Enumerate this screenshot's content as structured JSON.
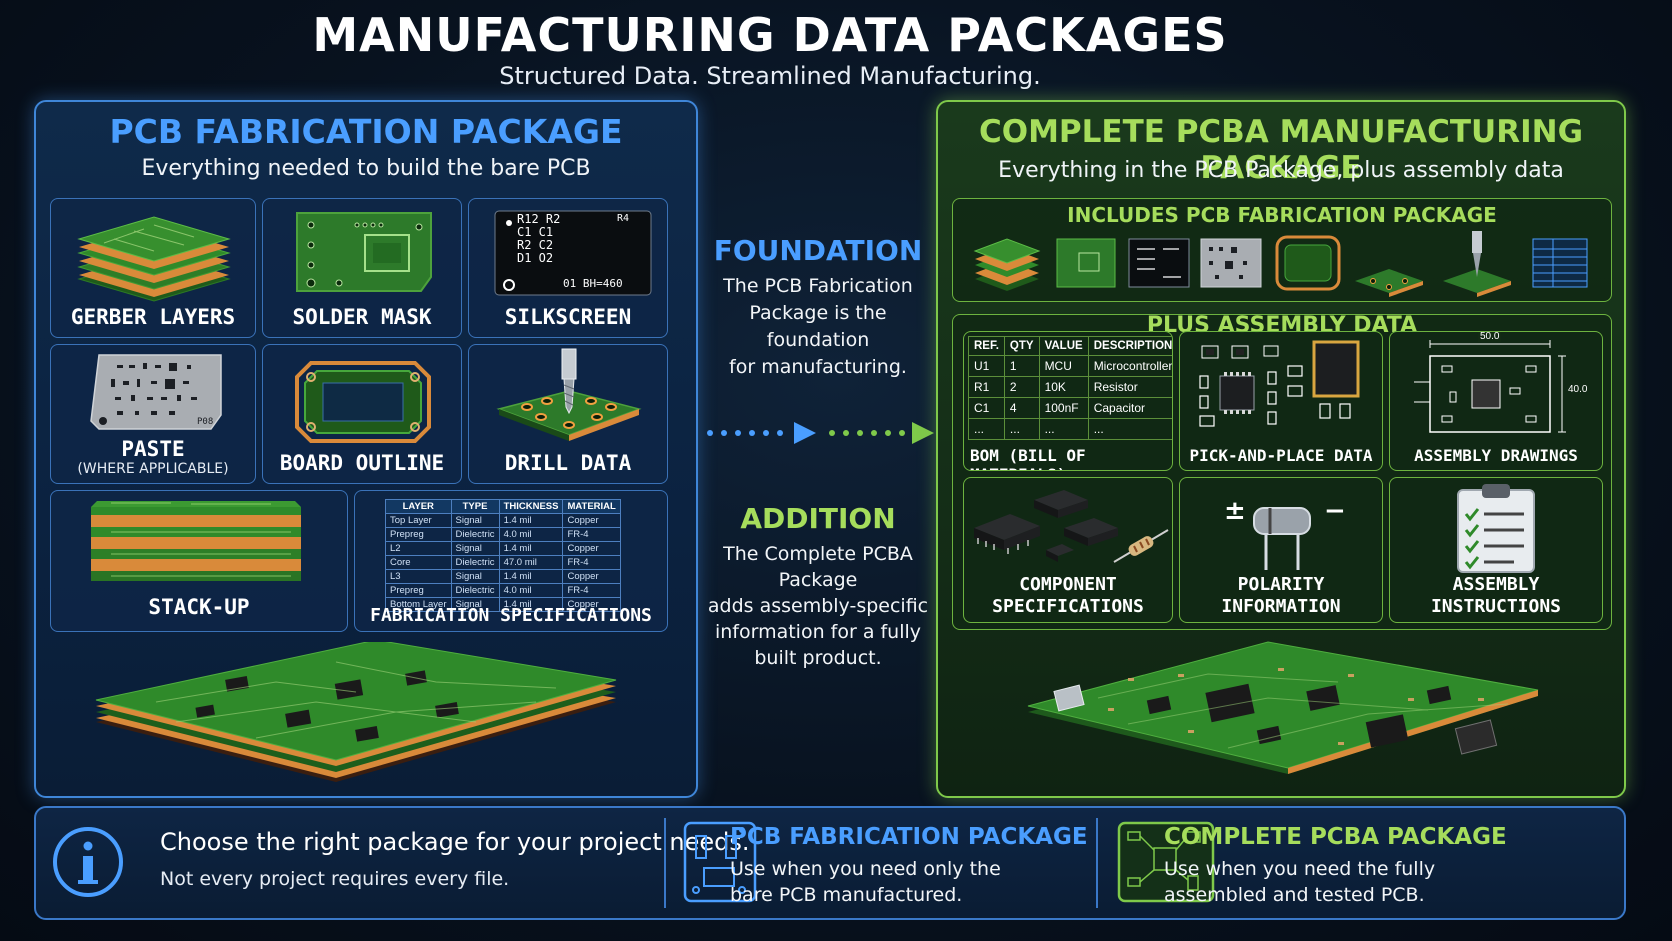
{
  "header": {
    "title": "MANUFACTURING DATA PACKAGES",
    "subtitle": "Structured Data. Streamlined Manufacturing."
  },
  "pcb_package": {
    "title": "PCB FABRICATION PACKAGE",
    "subtitle": "Everything needed to build the bare PCB",
    "tiles": {
      "gerber": "GERBER LAYERS",
      "solder_mask": "SOLDER MASK",
      "silkscreen": "SILKSCREEN",
      "paste": "PASTE",
      "paste_note": "(WHERE APPLICABLE)",
      "board_outline": "BOARD OUTLINE",
      "drill": "DRILL DATA",
      "stackup": "STACK-UP",
      "fab_specs": "FABRICATION SPECIFICATIONS"
    },
    "silkscreen_text": {
      "line1": "R12 R2",
      "line2": "C1 C1",
      "line3": "R2 C2",
      "line4": "D1 O2",
      "corner": "01 BH=460",
      "top_right": "R4"
    },
    "paste_text": "P08",
    "spec_table": {
      "headers": [
        "LAYER",
        "TYPE",
        "THICKNESS",
        "MATERIAL"
      ],
      "rows": [
        [
          "Top Layer",
          "Signal",
          "1.4 mil",
          "Copper"
        ],
        [
          "Prepreg",
          "Dielectric",
          "4.0 mil",
          "FR-4"
        ],
        [
          "L2",
          "Signal",
          "1.4 mil",
          "Copper"
        ],
        [
          "Core",
          "Dielectric",
          "47.0 mil",
          "FR-4"
        ],
        [
          "L3",
          "Signal",
          "1.4 mil",
          "Copper"
        ],
        [
          "Prepreg",
          "Dielectric",
          "4.0 mil",
          "FR-4"
        ],
        [
          "Bottom Layer",
          "Signal",
          "1.4 mil",
          "Copper"
        ]
      ]
    }
  },
  "middle": {
    "foundation_title": "FOUNDATION",
    "foundation_text": [
      "The PCB Fabrication",
      "Package is the foundation",
      "for manufacturing."
    ],
    "addition_title": "ADDITION",
    "addition_text": [
      "The Complete PCBA Package",
      "adds assembly-specific",
      "information for a fully",
      "built product."
    ]
  },
  "pcba_package": {
    "title": "COMPLETE PCBA MANUFACTURING PACKAGE",
    "subtitle": "Everything in the PCB Package, plus assembly data",
    "includes_title": "INCLUDES PCB FABRICATION PACKAGE",
    "assembly_title": "PLUS ASSEMBLY DATA",
    "bom_table": {
      "headers": [
        "REF.",
        "QTY",
        "VALUE",
        "DESCRIPTION"
      ],
      "rows": [
        [
          "U1",
          "1",
          "MCU",
          "Microcontroller"
        ],
        [
          "R1",
          "2",
          "10K",
          "Resistor"
        ],
        [
          "C1",
          "4",
          "100nF",
          "Capacitor"
        ],
        [
          "...",
          "...",
          "...",
          "..."
        ]
      ]
    },
    "tiles": {
      "bom": "BOM (BILL OF MATERIALS)",
      "pnp": "PICK-AND-PLACE DATA",
      "drawings": "ASSEMBLY DRAWINGS",
      "comp_specs_1": "COMPONENT",
      "comp_specs_2": "SPECIFICATIONS",
      "polarity_1": "POLARITY",
      "polarity_2": "INFORMATION",
      "instructions_1": "ASSEMBLY",
      "instructions_2": "INSTRUCTIONS"
    },
    "drawing_dims": {
      "width": "50.0",
      "height": "40.0"
    },
    "polarity_symbols": {
      "plus": "±",
      "minus": "−"
    }
  },
  "footer": {
    "main": "Choose the right package for your project needs.",
    "sub": "Not every project requires every file.",
    "pcb_title": "PCB FABRICATION PACKAGE",
    "pcb_text": [
      "Use when you need only the",
      "bare PCB manufactured."
    ],
    "pcba_title": "COMPLETE PCBA PACKAGE",
    "pcba_text": [
      "Use when you need the fully",
      "assembled and tested PCB."
    ]
  },
  "colors": {
    "blue_accent": "#4a9eff",
    "green_accent": "#a6dd5c",
    "pcb_green": "#2f7a2a",
    "copper": "#d98a3a"
  }
}
